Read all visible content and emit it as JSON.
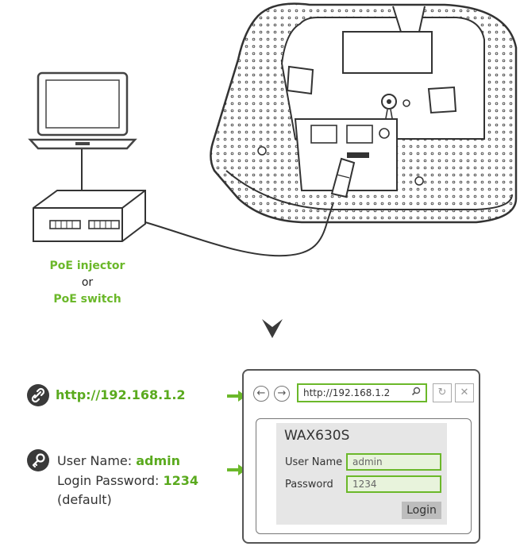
{
  "poe": {
    "injector": "PoE injector",
    "or": "or",
    "switch": "PoE switch"
  },
  "connection": {
    "url": "http://192.168.1.2"
  },
  "credentials": {
    "username_label": "User Name:",
    "username_value": "admin",
    "password_label": "Login Password:",
    "password_value": "1234",
    "note": "(default)"
  },
  "browser": {
    "url": "http://192.168.1.2",
    "device_name": "WAX630S",
    "username_label": "User Name",
    "username_value": "admin",
    "password_label": "Password",
    "password_value": "1234",
    "login_label": "Login"
  },
  "icons": [
    "link-icon",
    "key-icon",
    "back-arrow-icon",
    "forward-arrow-icon",
    "search-icon",
    "refresh-icon",
    "close-icon",
    "down-arrow-icon",
    "right-arrow-icon"
  ],
  "colors": {
    "accent": "#6bb82a",
    "line": "#333333"
  }
}
